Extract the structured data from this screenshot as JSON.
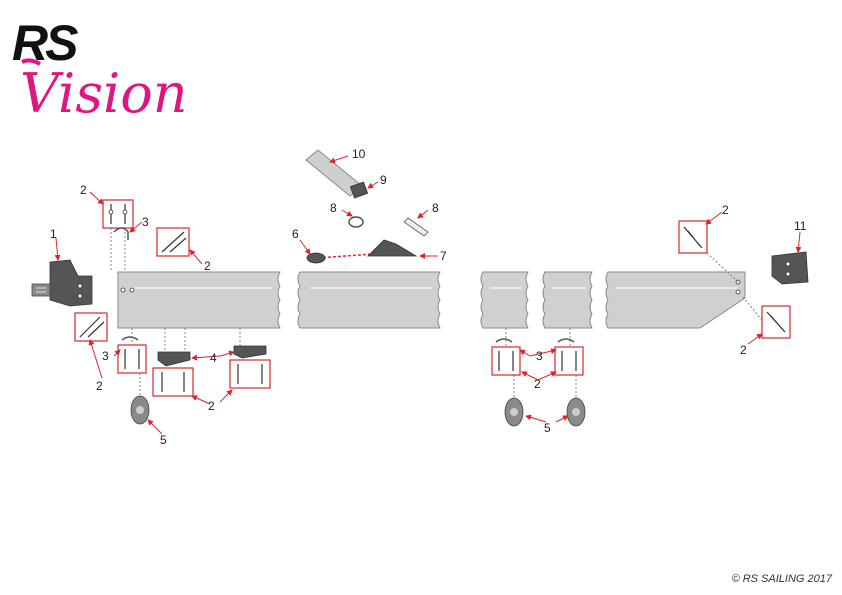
{
  "logo": {
    "line1": "RS",
    "line2": "Vision"
  },
  "copyright": "© RS SAILING 2017",
  "colors": {
    "accent": "#d9262c",
    "brand_pink": "#e0157f",
    "spar": "#d0d0d0"
  },
  "callouts": [
    {
      "id": "c1",
      "label": "1"
    },
    {
      "id": "c2a",
      "label": "2"
    },
    {
      "id": "c3a",
      "label": "3"
    },
    {
      "id": "c2b",
      "label": "2"
    },
    {
      "id": "c2c",
      "label": "2"
    },
    {
      "id": "c3b",
      "label": "3"
    },
    {
      "id": "c4",
      "label": "4"
    },
    {
      "id": "c2d",
      "label": "2"
    },
    {
      "id": "c5a",
      "label": "5"
    },
    {
      "id": "c10",
      "label": "10"
    },
    {
      "id": "c9",
      "label": "9"
    },
    {
      "id": "c8a",
      "label": "8"
    },
    {
      "id": "c8b",
      "label": "8"
    },
    {
      "id": "c6",
      "label": "6"
    },
    {
      "id": "c7",
      "label": "7"
    },
    {
      "id": "c3c",
      "label": "3"
    },
    {
      "id": "c2e",
      "label": "2"
    },
    {
      "id": "c5b",
      "label": "5"
    },
    {
      "id": "c2f",
      "label": "2"
    },
    {
      "id": "c11",
      "label": "11"
    },
    {
      "id": "c2g",
      "label": "2"
    }
  ]
}
